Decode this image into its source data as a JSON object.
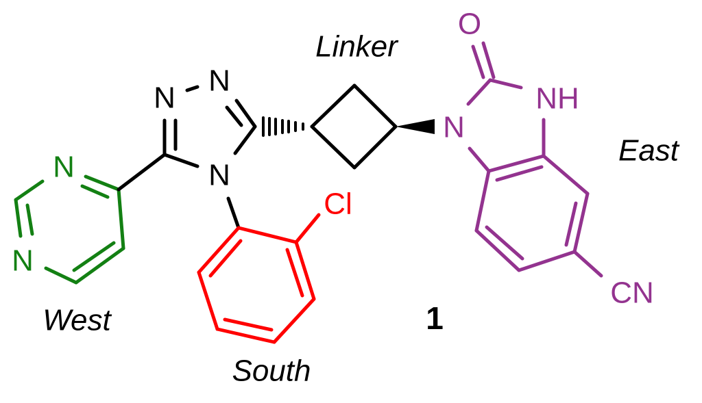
{
  "colors": {
    "west": "#138013",
    "south": "#ff0000",
    "east": "#93338f",
    "core": "#000000"
  },
  "labels": {
    "linker": "Linker",
    "east": "East",
    "west": "West",
    "south": "South",
    "compound": "1"
  },
  "atoms": {
    "pyrimidine_n3": "N",
    "pyrimidine_n1": "N",
    "triazole_n1": "N",
    "triazole_n2": "N",
    "triazole_n4": "N",
    "chlorine": "Cl",
    "carbonyl_o": "O",
    "benzimidazole_n1": "N",
    "benzimidazole_nh": "NH",
    "nitrile": "CN"
  }
}
